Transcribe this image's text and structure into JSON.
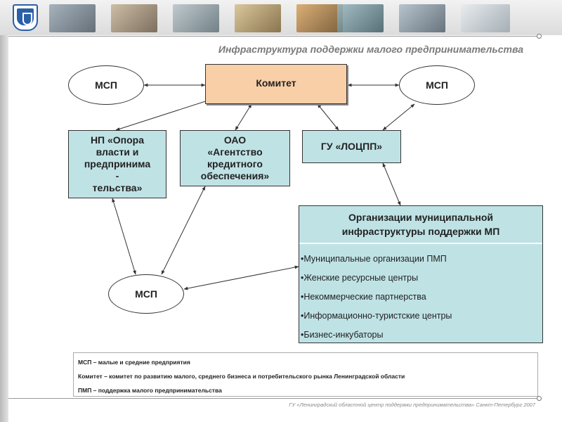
{
  "title": "Инфраструктура поддержки малого предпринимательства",
  "nodes": {
    "committee": "Комитет",
    "msp_left": "МСП",
    "msp_right": "МСП",
    "msp_bottom": "МСП",
    "np_opora": "НП «Опора\nвласти и\nпредпринима\n-\nтельства»",
    "oao_agency": "ОАО\n«Агентство\nкредитного\nобеспечения»",
    "gu_loctpp": "ГУ «ЛОЦПП»"
  },
  "municipal": {
    "header": "Организации муниципальной\nинфраструктуры поддержки МП",
    "items": [
      "•Муниципальные организации ПМП",
      "•Женские ресурсные центры",
      "•Некоммерческие партнерства",
      "•Информационно-туристские центры",
      "•Бизнес-инкубаторы"
    ]
  },
  "legend": {
    "line1": "МСП – малые и средние предприятия",
    "line2": "Комитет – комитет по развитию малого, среднего бизнеса и потребительского рынка Ленинградской области",
    "line3": "ПМП – поддержка малого предпринимательства"
  },
  "footer": "ГУ «Ленинградский областной центр поддержки предпринимательства» Санкт-Петербург 2007",
  "colors": {
    "committee_fill": "#f9cfa8",
    "box_fill": "#bfe2e5",
    "title_text": "#7a7a7a"
  }
}
